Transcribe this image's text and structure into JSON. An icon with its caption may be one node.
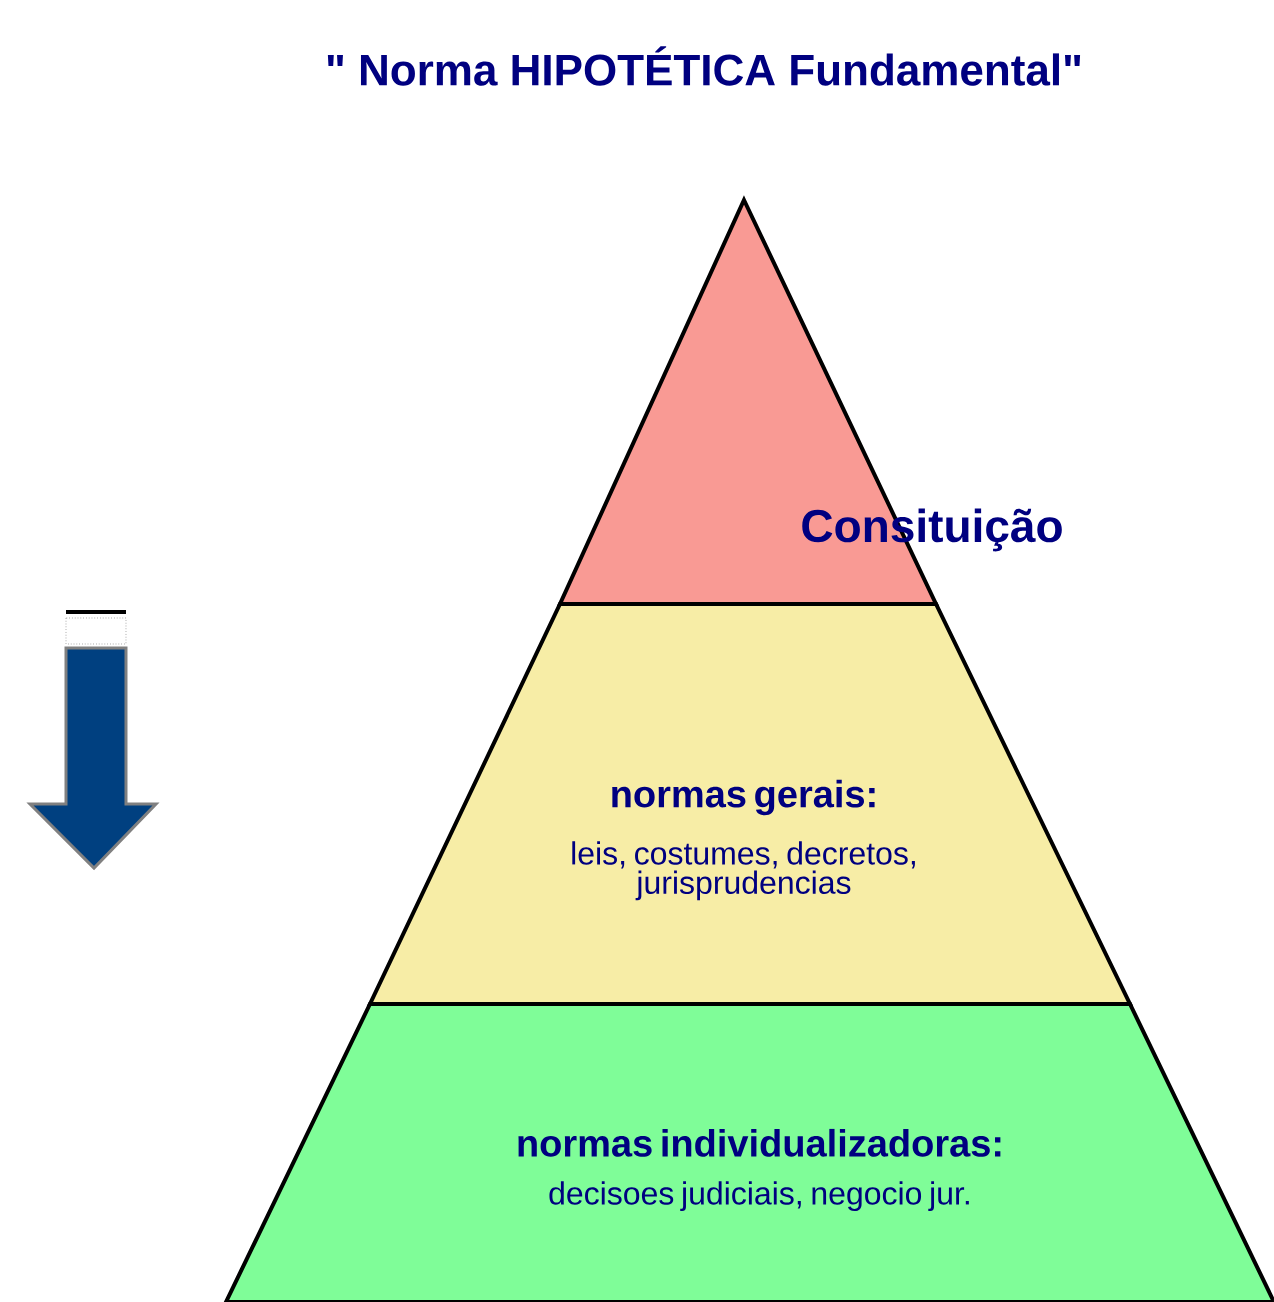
{
  "diagram": {
    "title": "\" Norma HIPOTÉTICA Fundamental\"",
    "nodes": [
      {
        "text": [
          "Consituição"
        ]
      },
      {
        "text": [
          "normas gerais:",
          "leis, costumes, decretos, jurisprudencias"
        ]
      },
      {
        "text": [
          "normas individualizadoras:",
          "decisoes judiciais, negocio jur."
        ]
      }
    ]
  }
}
